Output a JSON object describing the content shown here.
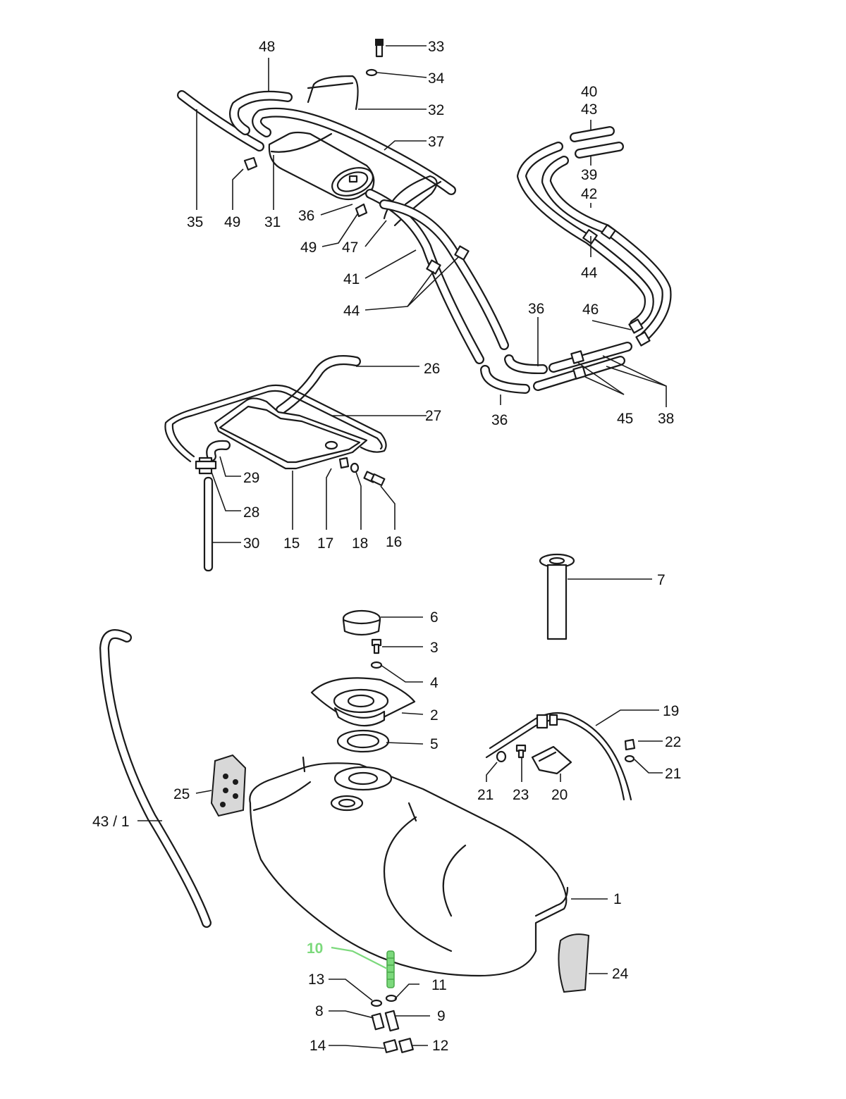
{
  "diagram": {
    "highlight_color": "#7cd97c",
    "line_color": "#1a1a1a",
    "callouts": [
      {
        "id": "48",
        "label": "48"
      },
      {
        "id": "33",
        "label": "33"
      },
      {
        "id": "34",
        "label": "34"
      },
      {
        "id": "32",
        "label": "32"
      },
      {
        "id": "37",
        "label": "37"
      },
      {
        "id": "40",
        "label": "40"
      },
      {
        "id": "43a",
        "label": "43"
      },
      {
        "id": "39",
        "label": "39"
      },
      {
        "id": "42",
        "label": "42"
      },
      {
        "id": "35",
        "label": "35"
      },
      {
        "id": "49a",
        "label": "49"
      },
      {
        "id": "31",
        "label": "31"
      },
      {
        "id": "36a",
        "label": "36"
      },
      {
        "id": "49b",
        "label": "49"
      },
      {
        "id": "47",
        "label": "47"
      },
      {
        "id": "44a",
        "label": "44"
      },
      {
        "id": "41",
        "label": "41"
      },
      {
        "id": "44b",
        "label": "44"
      },
      {
        "id": "36b",
        "label": "36"
      },
      {
        "id": "46",
        "label": "46"
      },
      {
        "id": "26",
        "label": "26"
      },
      {
        "id": "36c",
        "label": "36"
      },
      {
        "id": "45",
        "label": "45"
      },
      {
        "id": "38",
        "label": "38"
      },
      {
        "id": "27",
        "label": "27"
      },
      {
        "id": "29",
        "label": "29"
      },
      {
        "id": "28",
        "label": "28"
      },
      {
        "id": "30",
        "label": "30"
      },
      {
        "id": "15",
        "label": "15"
      },
      {
        "id": "17",
        "label": "17"
      },
      {
        "id": "18",
        "label": "18"
      },
      {
        "id": "16",
        "label": "16"
      },
      {
        "id": "7",
        "label": "7"
      },
      {
        "id": "6",
        "label": "6"
      },
      {
        "id": "3",
        "label": "3"
      },
      {
        "id": "4",
        "label": "4"
      },
      {
        "id": "2",
        "label": "2"
      },
      {
        "id": "5",
        "label": "5"
      },
      {
        "id": "19",
        "label": "19"
      },
      {
        "id": "22",
        "label": "22"
      },
      {
        "id": "21a",
        "label": "21"
      },
      {
        "id": "21b",
        "label": "21"
      },
      {
        "id": "23",
        "label": "23"
      },
      {
        "id": "20",
        "label": "20"
      },
      {
        "id": "25",
        "label": "25"
      },
      {
        "id": "43_1",
        "label": "43 / 1"
      },
      {
        "id": "1",
        "label": "1"
      },
      {
        "id": "10",
        "label": "10",
        "highlighted": true
      },
      {
        "id": "24",
        "label": "24"
      },
      {
        "id": "13",
        "label": "13"
      },
      {
        "id": "11",
        "label": "11"
      },
      {
        "id": "8",
        "label": "8"
      },
      {
        "id": "9",
        "label": "9"
      },
      {
        "id": "14",
        "label": "14"
      },
      {
        "id": "12",
        "label": "12"
      }
    ]
  }
}
